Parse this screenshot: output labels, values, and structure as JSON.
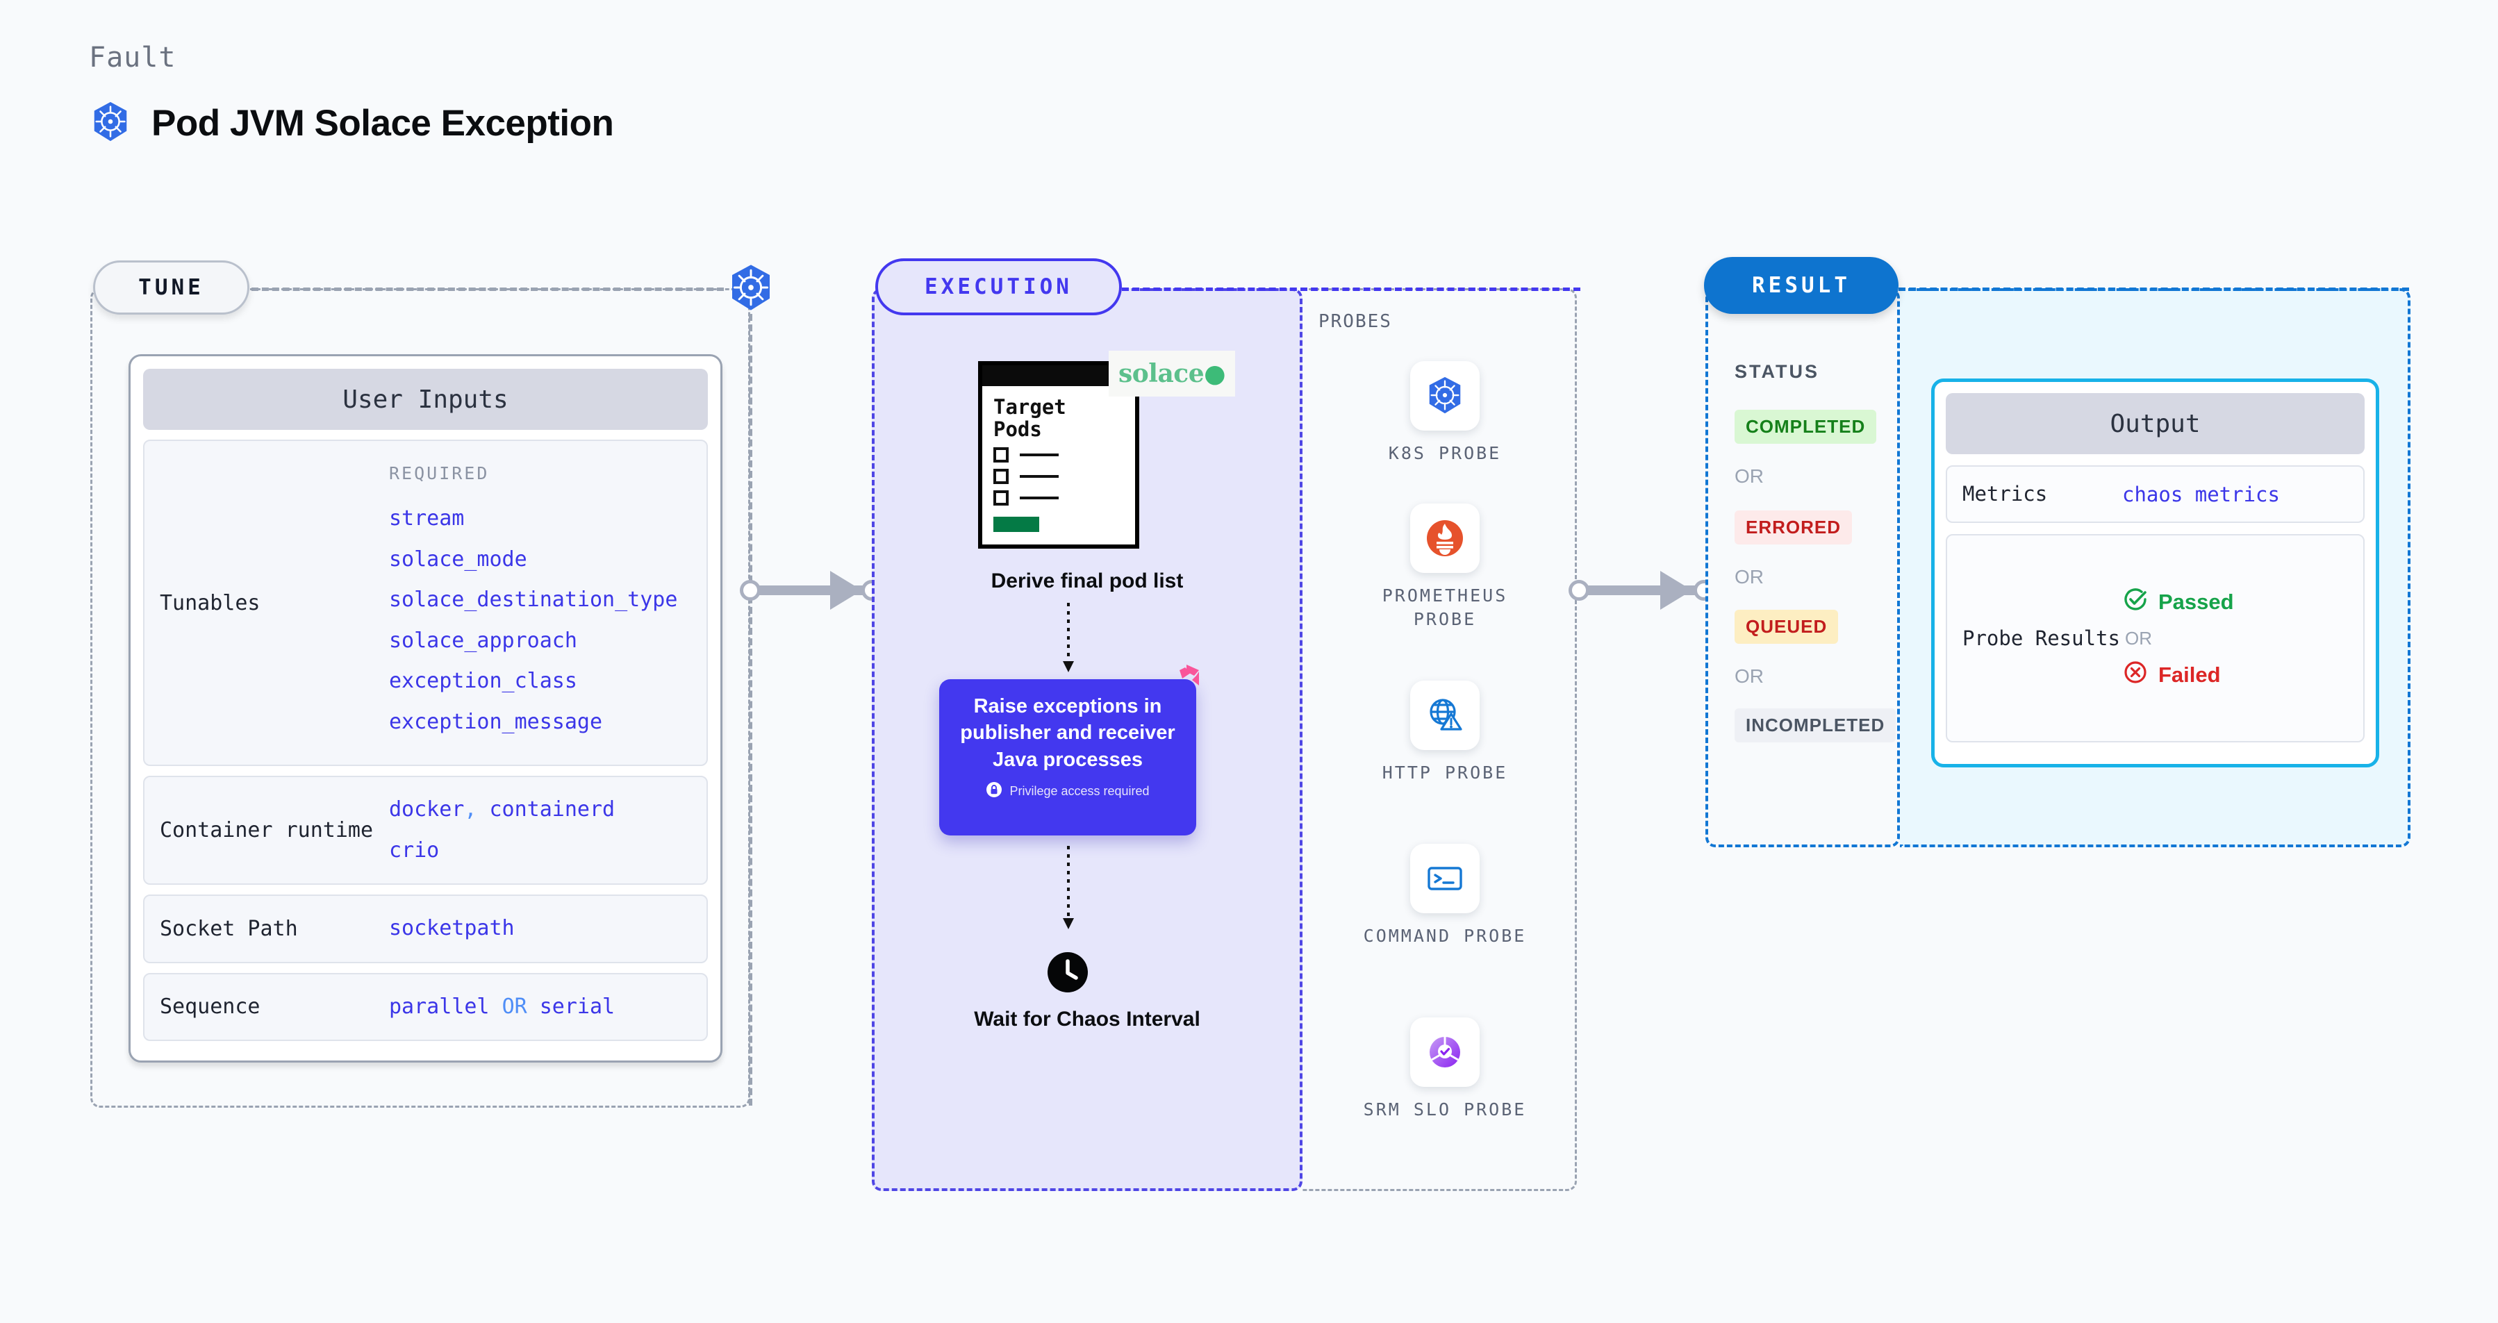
{
  "header": {
    "kicker": "Fault",
    "title": "Pod JVM Solace Exception",
    "icon": "kubernetes-icon"
  },
  "tune": {
    "pill_label": "TUNE",
    "badge_icon": "kubernetes-icon",
    "card_title": "User Inputs",
    "required_label": "REQUIRED",
    "rows": [
      {
        "key": "Tunables",
        "required": [
          "stream",
          "solace_mode",
          "solace_destination_type",
          "solace_approach",
          "exception_class",
          "exception_message"
        ]
      },
      {
        "key": "Container runtime",
        "values": "docker , containerd crio"
      },
      {
        "key": "Socket Path",
        "values": "socketpath"
      },
      {
        "key": "Sequence",
        "values": "parallel OR serial"
      }
    ],
    "container_runtime_line1_a": "docker",
    "container_runtime_sep": ",",
    "container_runtime_line1_b": "containerd",
    "container_runtime_line2": "crio",
    "socket_path_value": "socketpath",
    "sequence_a": "parallel",
    "sequence_or": "OR",
    "sequence_b": "serial"
  },
  "execution": {
    "pill_label": "EXECUTION",
    "target_pods_label": "Target Pods",
    "solace_logo_text": "solace",
    "derive_caption": "Derive final pod list",
    "raise_card": {
      "text": "Raise exceptions in publisher and receiver Java processes",
      "privilege_note": "Privilege access required",
      "lock_icon": "lock-icon",
      "corner_icon": "litmus-flag-icon"
    },
    "wait_caption": "Wait for Chaos Interval",
    "clock_icon": "clock-icon"
  },
  "probes": {
    "title": "PROBES",
    "items": [
      {
        "label": "K8S PROBE",
        "icon": "kubernetes-icon"
      },
      {
        "label": "PROMETHEUS PROBE",
        "icon": "prometheus-icon"
      },
      {
        "label": "HTTP PROBE",
        "icon": "http-globe-warning-icon"
      },
      {
        "label": "COMMAND PROBE",
        "icon": "terminal-icon"
      },
      {
        "label": "SRM SLO PROBE",
        "icon": "srm-slo-icon"
      }
    ]
  },
  "result": {
    "pill_label": "RESULT",
    "status_title": "STATUS",
    "or_label": "OR",
    "statuses": [
      {
        "label": "COMPLETED",
        "bg": "#d9f7d3",
        "fg": "#15801a"
      },
      {
        "label": "ERRORED",
        "bg": "#fdeaea",
        "fg": "#c21d1d"
      },
      {
        "label": "QUEUED",
        "bg": "#fdeec2",
        "fg": "#c21d1d"
      },
      {
        "label": "INCOMPLETED",
        "bg": "#eef0f5",
        "fg": "#4b5563"
      }
    ],
    "output": {
      "title": "Output",
      "metrics_key": "Metrics",
      "metrics_value": "chaos metrics",
      "probe_results_key": "Probe Results",
      "passed_label": "Passed",
      "failed_label": "Failed",
      "or_label": "OR",
      "passed_icon": "check-circle-icon",
      "failed_icon": "x-circle-icon"
    }
  },
  "colors": {
    "accent_indigo": "#4338ef",
    "accent_blue": "#0e74cf",
    "accent_cyan": "#18b2e8",
    "k8s_blue": "#326ce5",
    "code_purple": "#3b36e8",
    "neutral_dash": "#9aa3b2"
  }
}
